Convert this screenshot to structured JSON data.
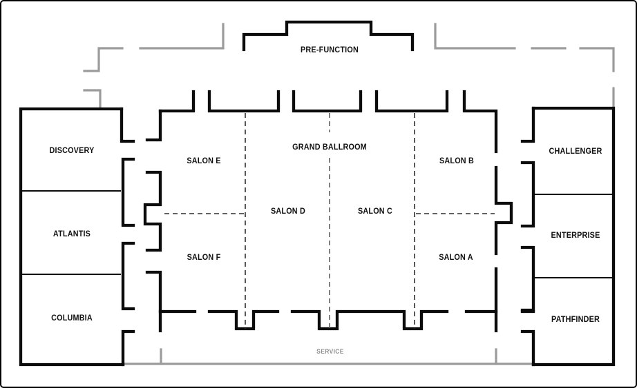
{
  "colors": {
    "wall": "#0b0b0b",
    "secondary_wall": "#9b9b9b",
    "dashed": "#2e2e2e",
    "dashed_light": "#606060",
    "label_text": "#111111",
    "service_text": "#8d8d8d",
    "background": "#ffffff"
  },
  "rooms": {
    "pre_function": {
      "label": "PRE-FUNCTION"
    },
    "grand_ballroom": {
      "label": "GRAND BALLROOM"
    },
    "salon_e": {
      "label": "SALON E"
    },
    "salon_d": {
      "label": "SALON D"
    },
    "salon_c": {
      "label": "SALON C"
    },
    "salon_b": {
      "label": "SALON B"
    },
    "salon_a": {
      "label": "SALON A"
    },
    "salon_f": {
      "label": "SALON F"
    },
    "discovery": {
      "label": "DISCOVERY"
    },
    "atlantis": {
      "label": "ATLANTIS"
    },
    "columbia": {
      "label": "COLUMBIA"
    },
    "challenger": {
      "label": "CHALLENGER"
    },
    "enterprise": {
      "label": "ENTERPRISE"
    },
    "pathfinder": {
      "label": "PATHFINDER"
    },
    "service": {
      "label": "SERVICE"
    }
  }
}
